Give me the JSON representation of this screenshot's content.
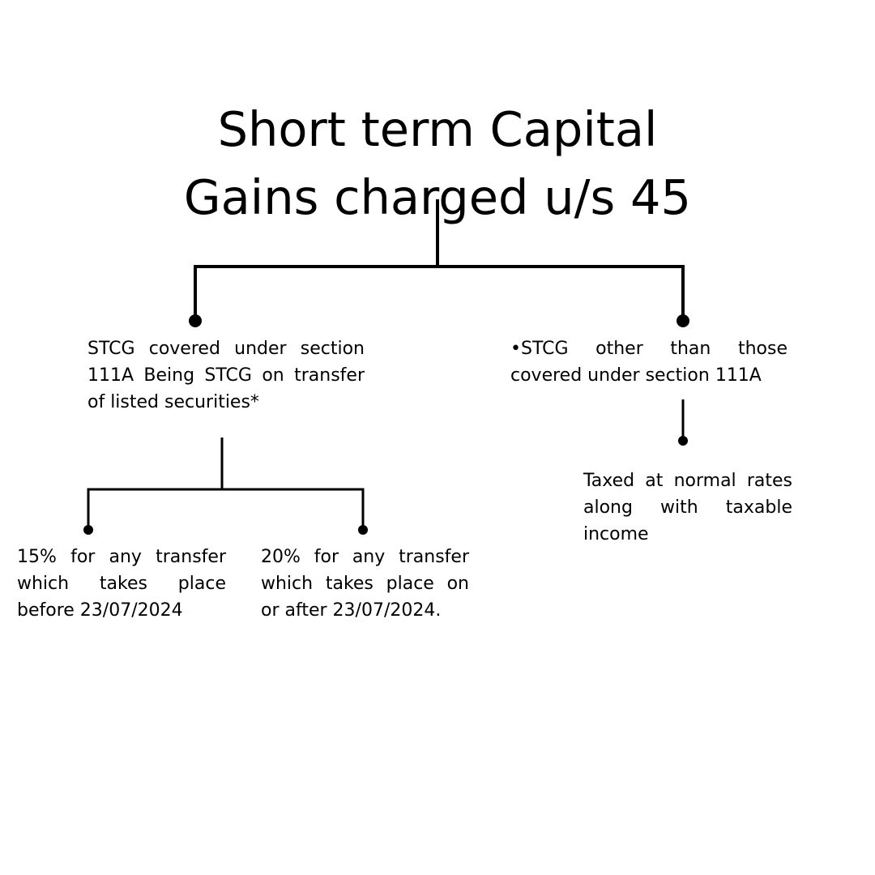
{
  "title": {
    "line1": "Short term Capital",
    "line2": "Gains charged u/s 45"
  },
  "branches": {
    "left": {
      "text": "STCG covered under section 111A Being STCG on transfer of listed securities*",
      "children": [
        {
          "text": "15% for any transfer which takes place before 23/07/2024"
        },
        {
          "text": "20% for any transfer which takes place on or after 23/07/2024."
        }
      ]
    },
    "right": {
      "text": "•STCG other than those covered under section 111A",
      "children": [
        {
          "text": "Taxed at normal rates along with taxable income"
        }
      ]
    }
  },
  "colors": {
    "background": "#ffffff",
    "ink": "#000000"
  }
}
